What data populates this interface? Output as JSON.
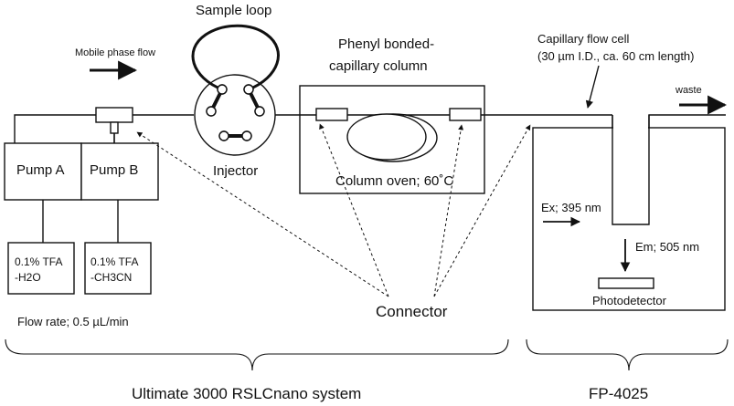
{
  "labels": {
    "sample_loop": "Sample loop",
    "mobile_phase_flow": "Mobile phase flow",
    "phenyl_line1": "Phenyl bonded-",
    "phenyl_line2": "capillary column",
    "capillary_line1": "Capillary flow cell",
    "capillary_line2": "(30 µm I.D., ca. 60 cm length)",
    "waste": "waste",
    "pump_a": "Pump A",
    "pump_b": "Pump B",
    "injector": "Injector",
    "column_oven": "Column oven; 60˚C",
    "ex": "Ex; 395 nm",
    "em": "Em; 505 nm",
    "photodetector": "Photodetector",
    "reservoir_a_line1": "0.1% TFA",
    "reservoir_a_line2": "-H2O",
    "reservoir_b_line1": "0.1% TFA",
    "reservoir_b_line2": "-CH3CN",
    "flow_rate": "Flow rate; 0.5 µL/min",
    "connector": "Connector",
    "system_left": "Ultimate 3000 RSLCnano system",
    "system_right": "FP-4025"
  }
}
